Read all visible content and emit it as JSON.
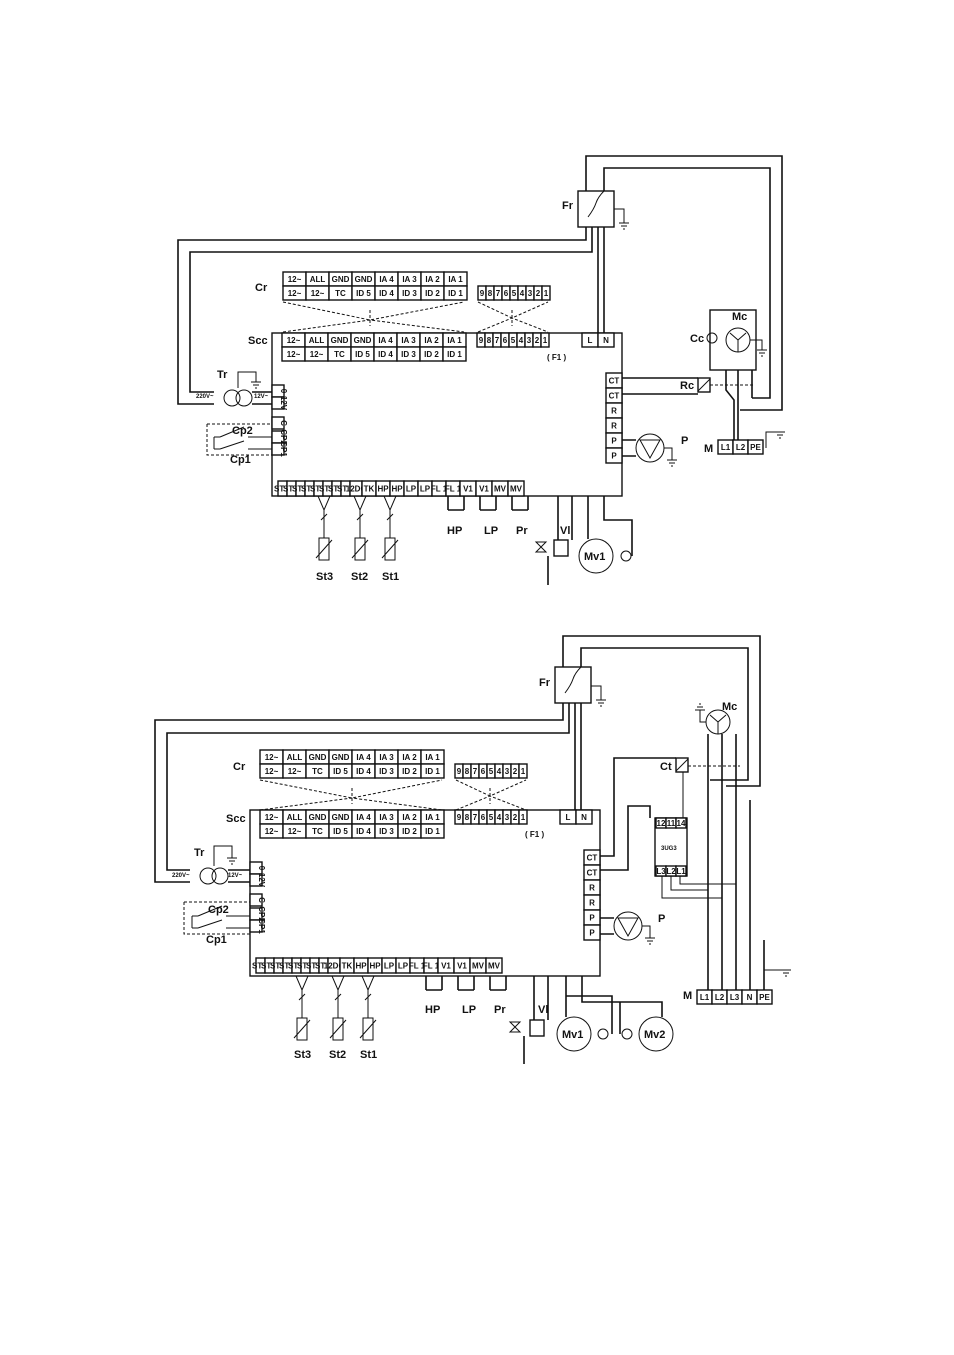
{
  "palette": {
    "ink": "#111111",
    "paper": "#ffffff"
  },
  "terminals": {
    "row_top": [
      "12~",
      "ALL",
      "GND",
      "GND",
      "IA 4",
      "IA 3",
      "IA 2",
      "IA 1"
    ],
    "row_bot": [
      "12~",
      "12~",
      "TC",
      "ID 5",
      "ID 4",
      "ID 3",
      "ID 2",
      "ID 1"
    ],
    "digits": [
      "9",
      "8",
      "7",
      "6",
      "5",
      "4",
      "3",
      "2",
      "1"
    ],
    "bottom": [
      "ST 4",
      "ST 4",
      "ST 3",
      "ST 3",
      "ST 2",
      "ST 2",
      "ST 1",
      "ST 1",
      "12DC",
      "TK",
      "HP",
      "HP",
      "LP",
      "LP",
      "FL 1",
      "FL 1",
      "V1",
      "V1",
      "MV",
      "MV"
    ],
    "left_side": [
      "0",
      "12V",
      "C",
      "CP2",
      "CP1"
    ],
    "right_side": [
      "CT",
      "CT",
      "R",
      "R",
      "P",
      "P"
    ],
    "power": [
      "L",
      "N"
    ],
    "fuse": "( F1 )"
  },
  "diagram1": {
    "labels": {
      "fr": "Fr",
      "cr": "Cr",
      "scc": "Scc",
      "tr": "Tr",
      "cp2": "Cp2",
      "cp1": "Cp1",
      "mc": "Mc",
      "cc": "Cc",
      "rc": "Rc",
      "p": "P",
      "m": "M",
      "hp": "HP",
      "lp": "LP",
      "pr": "Pr",
      "vl": "Vl",
      "mv1": "Mv1",
      "st3": "St3",
      "st2": "St2",
      "st1": "St1",
      "v220": "220V~",
      "v12": "12V~"
    },
    "mains": [
      "L1",
      "L2",
      "PE"
    ]
  },
  "diagram2": {
    "labels": {
      "fr": "Fr",
      "cr": "Cr",
      "scc": "Scc",
      "tr": "Tr",
      "cp2": "Cp2",
      "cp1": "Cp1",
      "mc": "Mc",
      "ct": "Ct",
      "p": "P",
      "m": "M",
      "hp": "HP",
      "lp": "LP",
      "pr": "Pr",
      "vl": "Vl",
      "mv1": "Mv1",
      "mv2": "Mv2",
      "st3": "St3",
      "st2": "St2",
      "st1": "St1",
      "v220": "220V~",
      "v12": "12V~",
      "relay": "3UG3"
    },
    "mains": [
      "L1",
      "L2",
      "L3",
      "N",
      "PE"
    ],
    "relay_terms_top": [
      "12",
      "11",
      "14"
    ],
    "relay_terms_bot": [
      "L3",
      "L2",
      "L1"
    ]
  }
}
